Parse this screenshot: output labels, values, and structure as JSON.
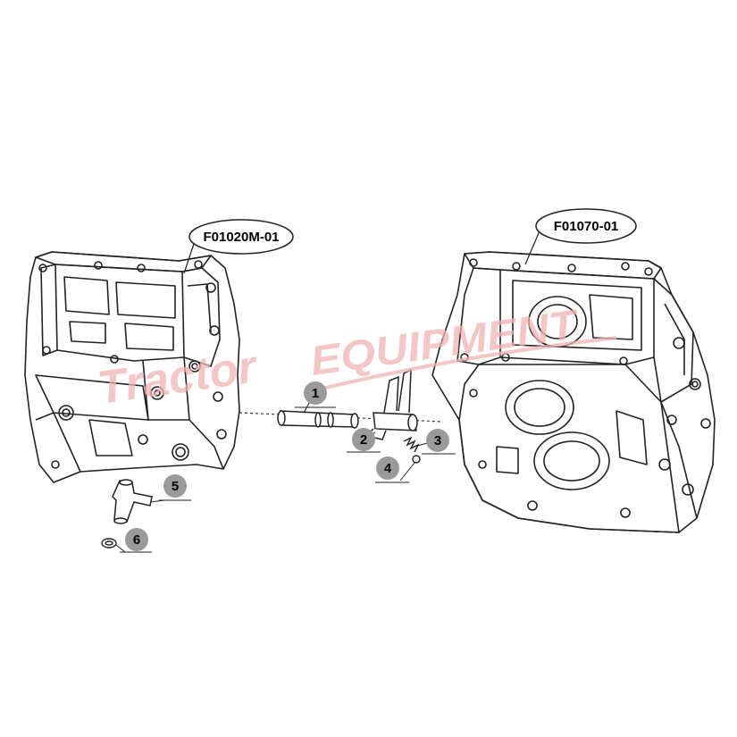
{
  "callouts": {
    "left_housing": "F01020M-01",
    "right_housing": "F01070-01"
  },
  "parts": [
    "1",
    "2",
    "3",
    "4",
    "5",
    "6"
  ],
  "watermark": {
    "script": "Tractor",
    "block": "EQUIPMENT"
  },
  "colors": {
    "line": "#222222",
    "badge": "#9a9a9a",
    "watermark": "#f2b3b3",
    "background": "#ffffff"
  }
}
